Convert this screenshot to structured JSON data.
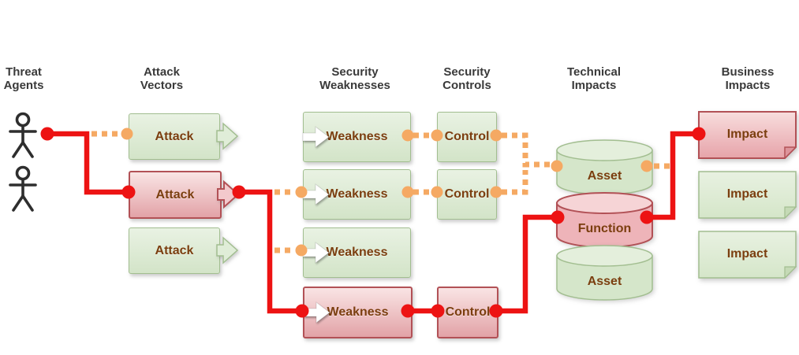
{
  "colors": {
    "path_red": "#ed1313",
    "path_orange": "#f5a963",
    "label_brown": "#7b3e0f",
    "header_gray": "#3a3a3a",
    "green_fill_light": "#e9f2e3",
    "green_fill": "#d3e4c8",
    "green_border": "#a2be90",
    "pink_fill_light": "#f9e4e4",
    "pink_fill": "#e2a2a7",
    "pink_border": "#b25156",
    "white_arrow": "#ffffff",
    "figure_black": "#2e2e2e"
  },
  "headers": [
    {
      "line1": "Threat",
      "line2": "Agents"
    },
    {
      "line1": "Attack",
      "line2": "Vectors"
    },
    {
      "line1": "Security",
      "line2": "Weaknesses"
    },
    {
      "line1": "Security",
      "line2": "Controls"
    },
    {
      "line1": "Technical",
      "line2": "Impacts"
    },
    {
      "line1": "Business",
      "line2": "Impacts"
    }
  ],
  "threat_agents": {
    "icons": [
      {
        "icon": "stick-figure-icon"
      },
      {
        "icon": "stick-figure-icon"
      }
    ]
  },
  "attack_vectors": {
    "boxes": [
      {
        "label": "Attack",
        "variant": "green"
      },
      {
        "label": "Attack",
        "variant": "pink"
      },
      {
        "label": "Attack",
        "variant": "green"
      }
    ]
  },
  "security_weaknesses": {
    "boxes": [
      {
        "label": "Weakness",
        "variant": "green"
      },
      {
        "label": "Weakness",
        "variant": "green"
      },
      {
        "label": "Weakness",
        "variant": "green"
      },
      {
        "label": "Weakness",
        "variant": "pink"
      }
    ]
  },
  "security_controls": {
    "boxes": [
      {
        "label": "Control",
        "variant": "green"
      },
      {
        "label": "Control",
        "variant": "green"
      },
      {
        "label": "Control",
        "variant": "pink"
      }
    ]
  },
  "technical_impacts": {
    "cylinders": [
      {
        "label": "Asset",
        "variant": "green"
      },
      {
        "label": "Function",
        "variant": "pink"
      },
      {
        "label": "Asset",
        "variant": "green"
      }
    ]
  },
  "business_impacts": {
    "boxes": [
      {
        "label": "Impact",
        "variant": "pink"
      },
      {
        "label": "Impact",
        "variant": "green"
      },
      {
        "label": "Impact",
        "variant": "green"
      }
    ]
  }
}
